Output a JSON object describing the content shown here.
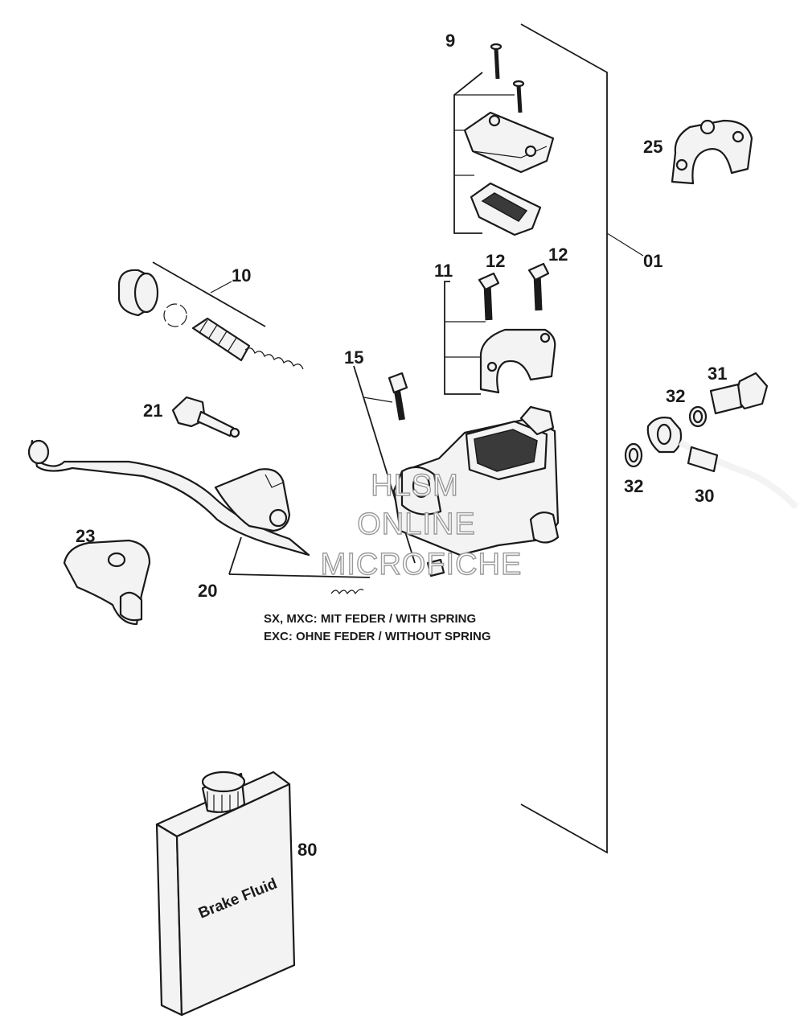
{
  "labels": {
    "l01": "01",
    "l9": "9",
    "l10": "10",
    "l11": "11",
    "l12a": "12",
    "l12b": "12",
    "l15": "15",
    "l20": "20",
    "l21": "21",
    "l23": "23",
    "l25": "25",
    "l30": "30",
    "l31": "31",
    "l32a": "32",
    "l32b": "32",
    "l80": "80"
  },
  "notes": {
    "line1": "SX, MXC: MIT FEDER / WITH SPRING",
    "line2": "EXC: OHNE FEDER / WITHOUT SPRING"
  },
  "bottle": {
    "text": "Brake Fluid"
  },
  "watermark": {
    "line1": "HLSM",
    "line2": "ONLINE",
    "line3": "MICROFICHE"
  }
}
